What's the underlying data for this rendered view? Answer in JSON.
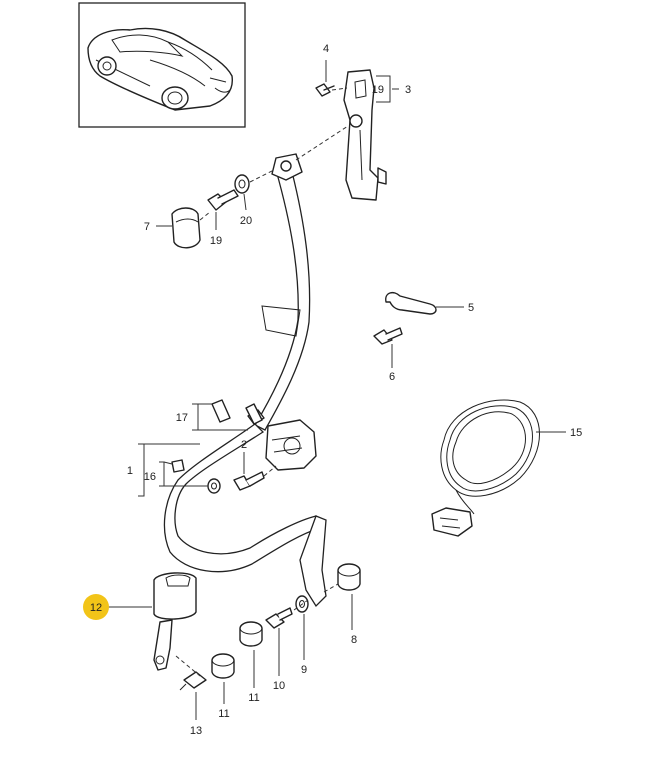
{
  "diagram": {
    "callouts": {
      "c1": "1",
      "c2": "2",
      "c3": "3",
      "c4": "4",
      "c5": "5",
      "c6": "6",
      "c7": "7",
      "c8": "8",
      "c9": "9",
      "c10": "10",
      "c11a": "11",
      "c11b": "11",
      "c12": "12",
      "c13": "13",
      "c15": "15",
      "c16": "16",
      "c17": "17",
      "c19a": "19",
      "c19b": "19",
      "c20": "20"
    },
    "highlight_color": "#f2c418"
  }
}
